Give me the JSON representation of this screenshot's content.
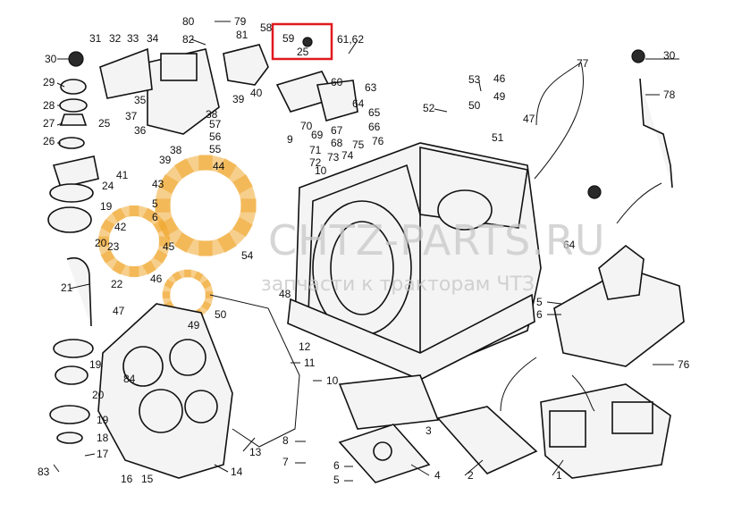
{
  "watermark": {
    "site": "CHTZ-PARTS.RU",
    "tagline": "запчасти к тракторам ЧТЗ",
    "gear_color": "#f0a830"
  },
  "highlight": {
    "color": "#e0191f",
    "labels": [
      "59",
      "25"
    ]
  },
  "callouts": [
    {
      "id": "c80",
      "text": "80"
    },
    {
      "id": "c79",
      "text": "79"
    },
    {
      "id": "c82",
      "text": "82"
    },
    {
      "id": "c81",
      "text": "81"
    },
    {
      "id": "c58",
      "text": "58"
    },
    {
      "id": "c59",
      "text": "59"
    },
    {
      "id": "c25a",
      "text": "25"
    },
    {
      "id": "c6162",
      "text": "61,62"
    },
    {
      "id": "c31",
      "text": "31"
    },
    {
      "id": "c32",
      "text": "32"
    },
    {
      "id": "c33",
      "text": "33"
    },
    {
      "id": "c34",
      "text": "34"
    },
    {
      "id": "c30a",
      "text": "30"
    },
    {
      "id": "c30b",
      "text": "30"
    },
    {
      "id": "c29",
      "text": "29"
    },
    {
      "id": "c28",
      "text": "28"
    },
    {
      "id": "c27",
      "text": "27"
    },
    {
      "id": "c26",
      "text": "26"
    },
    {
      "id": "c25b",
      "text": "25"
    },
    {
      "id": "c24",
      "text": "24"
    },
    {
      "id": "c19a",
      "text": "19"
    },
    {
      "id": "c20a",
      "text": "20"
    },
    {
      "id": "c23",
      "text": "23"
    },
    {
      "id": "c21",
      "text": "21"
    },
    {
      "id": "c22",
      "text": "22"
    },
    {
      "id": "c47",
      "text": "47"
    },
    {
      "id": "c46a",
      "text": "46"
    },
    {
      "id": "c19b",
      "text": "19"
    },
    {
      "id": "c20b",
      "text": "20"
    },
    {
      "id": "c19c",
      "text": "19"
    },
    {
      "id": "c18",
      "text": "18"
    },
    {
      "id": "c83",
      "text": "83"
    },
    {
      "id": "c17",
      "text": "17"
    },
    {
      "id": "c16",
      "text": "16"
    },
    {
      "id": "c15",
      "text": "15"
    },
    {
      "id": "c84",
      "text": "84"
    },
    {
      "id": "c14",
      "text": "14"
    },
    {
      "id": "c13",
      "text": "13"
    },
    {
      "id": "c49a",
      "text": "49"
    },
    {
      "id": "c50a",
      "text": "50"
    },
    {
      "id": "c35",
      "text": "35"
    },
    {
      "id": "c36",
      "text": "36"
    },
    {
      "id": "c37",
      "text": "37"
    },
    {
      "id": "c38a",
      "text": "38"
    },
    {
      "id": "c39a",
      "text": "39"
    },
    {
      "id": "c38b",
      "text": "38"
    },
    {
      "id": "c39b",
      "text": "39"
    },
    {
      "id": "c40",
      "text": "40"
    },
    {
      "id": "c41",
      "text": "41"
    },
    {
      "id": "c42",
      "text": "42"
    },
    {
      "id": "c43",
      "text": "43"
    },
    {
      "id": "c44",
      "text": "44"
    },
    {
      "id": "c45",
      "text": "45"
    },
    {
      "id": "c6a",
      "text": "6"
    },
    {
      "id": "c5a",
      "text": "5"
    },
    {
      "id": "c48",
      "text": "48"
    },
    {
      "id": "c54",
      "text": "54"
    },
    {
      "id": "c57",
      "text": "57"
    },
    {
      "id": "c56",
      "text": "56"
    },
    {
      "id": "c55",
      "text": "55"
    },
    {
      "id": "c60",
      "text": "60"
    },
    {
      "id": "c63",
      "text": "63"
    },
    {
      "id": "c64a",
      "text": "64"
    },
    {
      "id": "c65",
      "text": "65"
    },
    {
      "id": "c66",
      "text": "66"
    },
    {
      "id": "c67",
      "text": "67"
    },
    {
      "id": "c68",
      "text": "68"
    },
    {
      "id": "c69",
      "text": "69"
    },
    {
      "id": "c70",
      "text": "70"
    },
    {
      "id": "c71",
      "text": "71"
    },
    {
      "id": "c72",
      "text": "72"
    },
    {
      "id": "c73",
      "text": "73"
    },
    {
      "id": "c74",
      "text": "74"
    },
    {
      "id": "c75",
      "text": "75"
    },
    {
      "id": "c76a",
      "text": "76"
    },
    {
      "id": "c10a",
      "text": "10"
    },
    {
      "id": "c9",
      "text": "9"
    },
    {
      "id": "c12",
      "text": "12"
    },
    {
      "id": "c11",
      "text": "11"
    },
    {
      "id": "c10b",
      "text": "10"
    },
    {
      "id": "c8",
      "text": "8"
    },
    {
      "id": "c7",
      "text": "7"
    },
    {
      "id": "c6b",
      "text": "6"
    },
    {
      "id": "c5b",
      "text": "5"
    },
    {
      "id": "c4",
      "text": "4"
    },
    {
      "id": "c3",
      "text": "3"
    },
    {
      "id": "c2",
      "text": "2"
    },
    {
      "id": "c1",
      "text": "1"
    },
    {
      "id": "c53",
      "text": "53"
    },
    {
      "id": "c52",
      "text": "52"
    },
    {
      "id": "c50b",
      "text": "50"
    },
    {
      "id": "c46b",
      "text": "46"
    },
    {
      "id": "c49b",
      "text": "49"
    },
    {
      "id": "c51",
      "text": "51"
    },
    {
      "id": "c47b",
      "text": "47"
    },
    {
      "id": "c77",
      "text": "77"
    },
    {
      "id": "c78",
      "text": "78"
    },
    {
      "id": "c64b",
      "text": "64"
    },
    {
      "id": "c5c",
      "text": "5"
    },
    {
      "id": "c6c",
      "text": "6"
    },
    {
      "id": "c76b",
      "text": "76"
    }
  ]
}
